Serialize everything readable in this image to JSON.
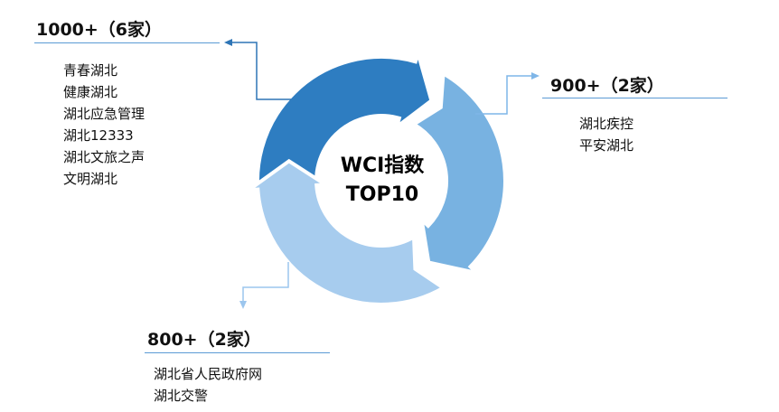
{
  "center": {
    "line1": "WCI指数",
    "line2": "TOP10"
  },
  "colors": {
    "dark": "#2E7DC1",
    "medium": "#78B2E1",
    "light": "#A7CCEE",
    "connector_dark": "#2E75B6",
    "connector_light": "#7FB6E8"
  },
  "groups": [
    {
      "title": "1000+（6家）",
      "items": [
        "青春湖北",
        "健康湖北",
        "湖北应急管理",
        "湖北12333",
        "湖北文旅之声",
        "文明湖北"
      ]
    },
    {
      "title": "900+（2家）",
      "items": [
        "湖北疾控",
        "平安湖北"
      ]
    },
    {
      "title": "800+（2家）",
      "items": [
        "湖北省人民政府网",
        "湖北交警"
      ]
    }
  ]
}
